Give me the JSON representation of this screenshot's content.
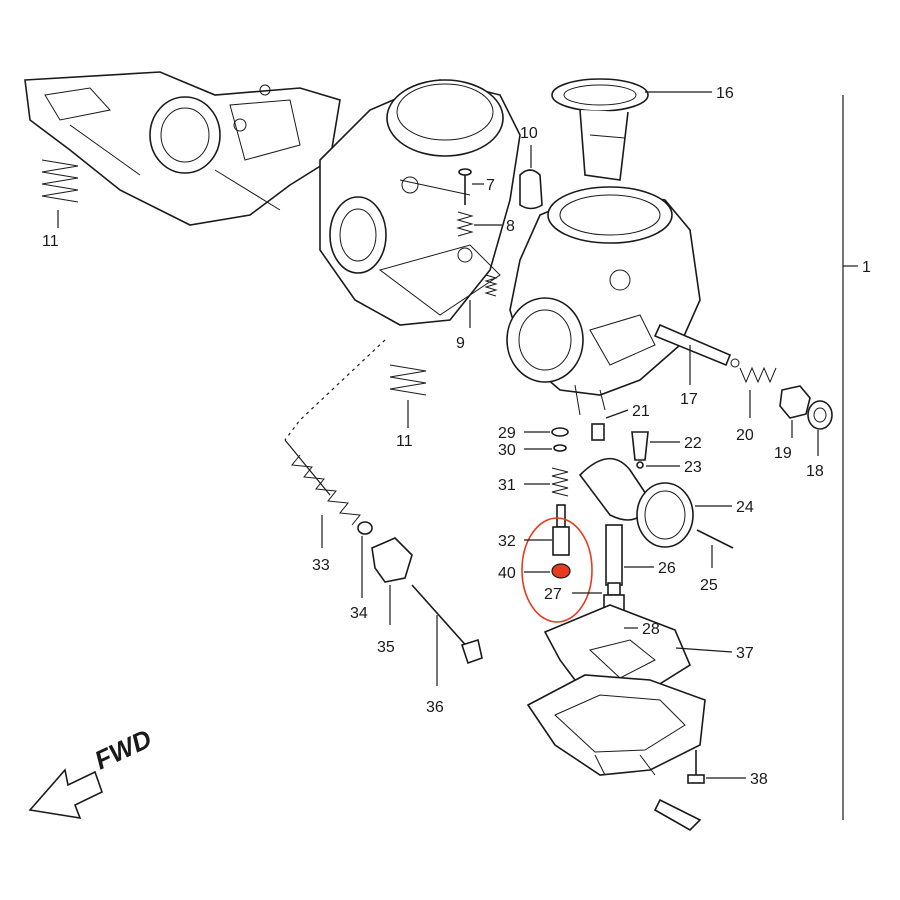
{
  "diagram": {
    "direction_label": "FWD",
    "highlight_color": "#e53b1e",
    "highlighted_parts": [
      "32",
      "40",
      "27"
    ],
    "parts": [
      {
        "id": "p1",
        "label": "1"
      },
      {
        "id": "p7",
        "label": "7"
      },
      {
        "id": "p8",
        "label": "8"
      },
      {
        "id": "p9",
        "label": "9"
      },
      {
        "id": "p10",
        "label": "10"
      },
      {
        "id": "p11a",
        "label": "11"
      },
      {
        "id": "p11b",
        "label": "11"
      },
      {
        "id": "p16",
        "label": "16"
      },
      {
        "id": "p17",
        "label": "17"
      },
      {
        "id": "p18",
        "label": "18"
      },
      {
        "id": "p19",
        "label": "19"
      },
      {
        "id": "p20",
        "label": "20"
      },
      {
        "id": "p21",
        "label": "21"
      },
      {
        "id": "p22",
        "label": "22"
      },
      {
        "id": "p23",
        "label": "23"
      },
      {
        "id": "p24",
        "label": "24"
      },
      {
        "id": "p25",
        "label": "25"
      },
      {
        "id": "p26",
        "label": "26"
      },
      {
        "id": "p27",
        "label": "27"
      },
      {
        "id": "p28",
        "label": "28"
      },
      {
        "id": "p29",
        "label": "29"
      },
      {
        "id": "p30",
        "label": "30"
      },
      {
        "id": "p31",
        "label": "31"
      },
      {
        "id": "p32",
        "label": "32"
      },
      {
        "id": "p33",
        "label": "33"
      },
      {
        "id": "p34",
        "label": "34"
      },
      {
        "id": "p35",
        "label": "35"
      },
      {
        "id": "p36",
        "label": "36"
      },
      {
        "id": "p37",
        "label": "37"
      },
      {
        "id": "p38",
        "label": "38"
      },
      {
        "id": "p40",
        "label": "40"
      }
    ]
  }
}
